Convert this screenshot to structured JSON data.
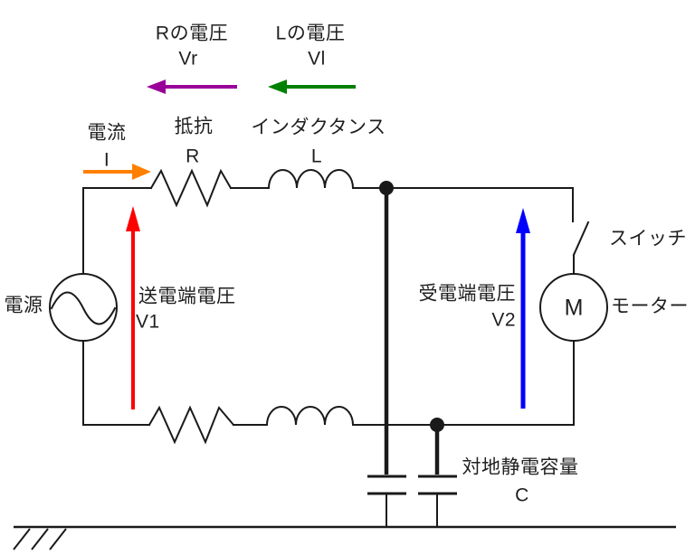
{
  "colors": {
    "wire": "#1a1a1a",
    "current_arrow": "#ff8000",
    "vr_arrow": "#990099",
    "vl_arrow": "#008000",
    "v1_arrow": "#ff0000",
    "v2_arrow": "#0000ff"
  },
  "labels": {
    "vr_title": "Rの電圧",
    "vr_symbol": "Vr",
    "vl_title": "Lの電圧",
    "vl_symbol": "Vl",
    "current_title": "電流",
    "current_symbol": "I",
    "resistance_title": "抵抗",
    "resistance_symbol": "R",
    "inductance_title": "インダクタンス",
    "inductance_symbol": "L",
    "source": "電源",
    "sending_voltage_title": "送電端電圧",
    "sending_voltage_symbol": "V1",
    "receiving_voltage_title": "受電端電圧",
    "receiving_voltage_symbol": "V2",
    "switch": "スイッチ",
    "motor_symbol": "M",
    "motor": "モーター",
    "capacitance_title": "対地静電容量",
    "capacitance_symbol": "C"
  }
}
